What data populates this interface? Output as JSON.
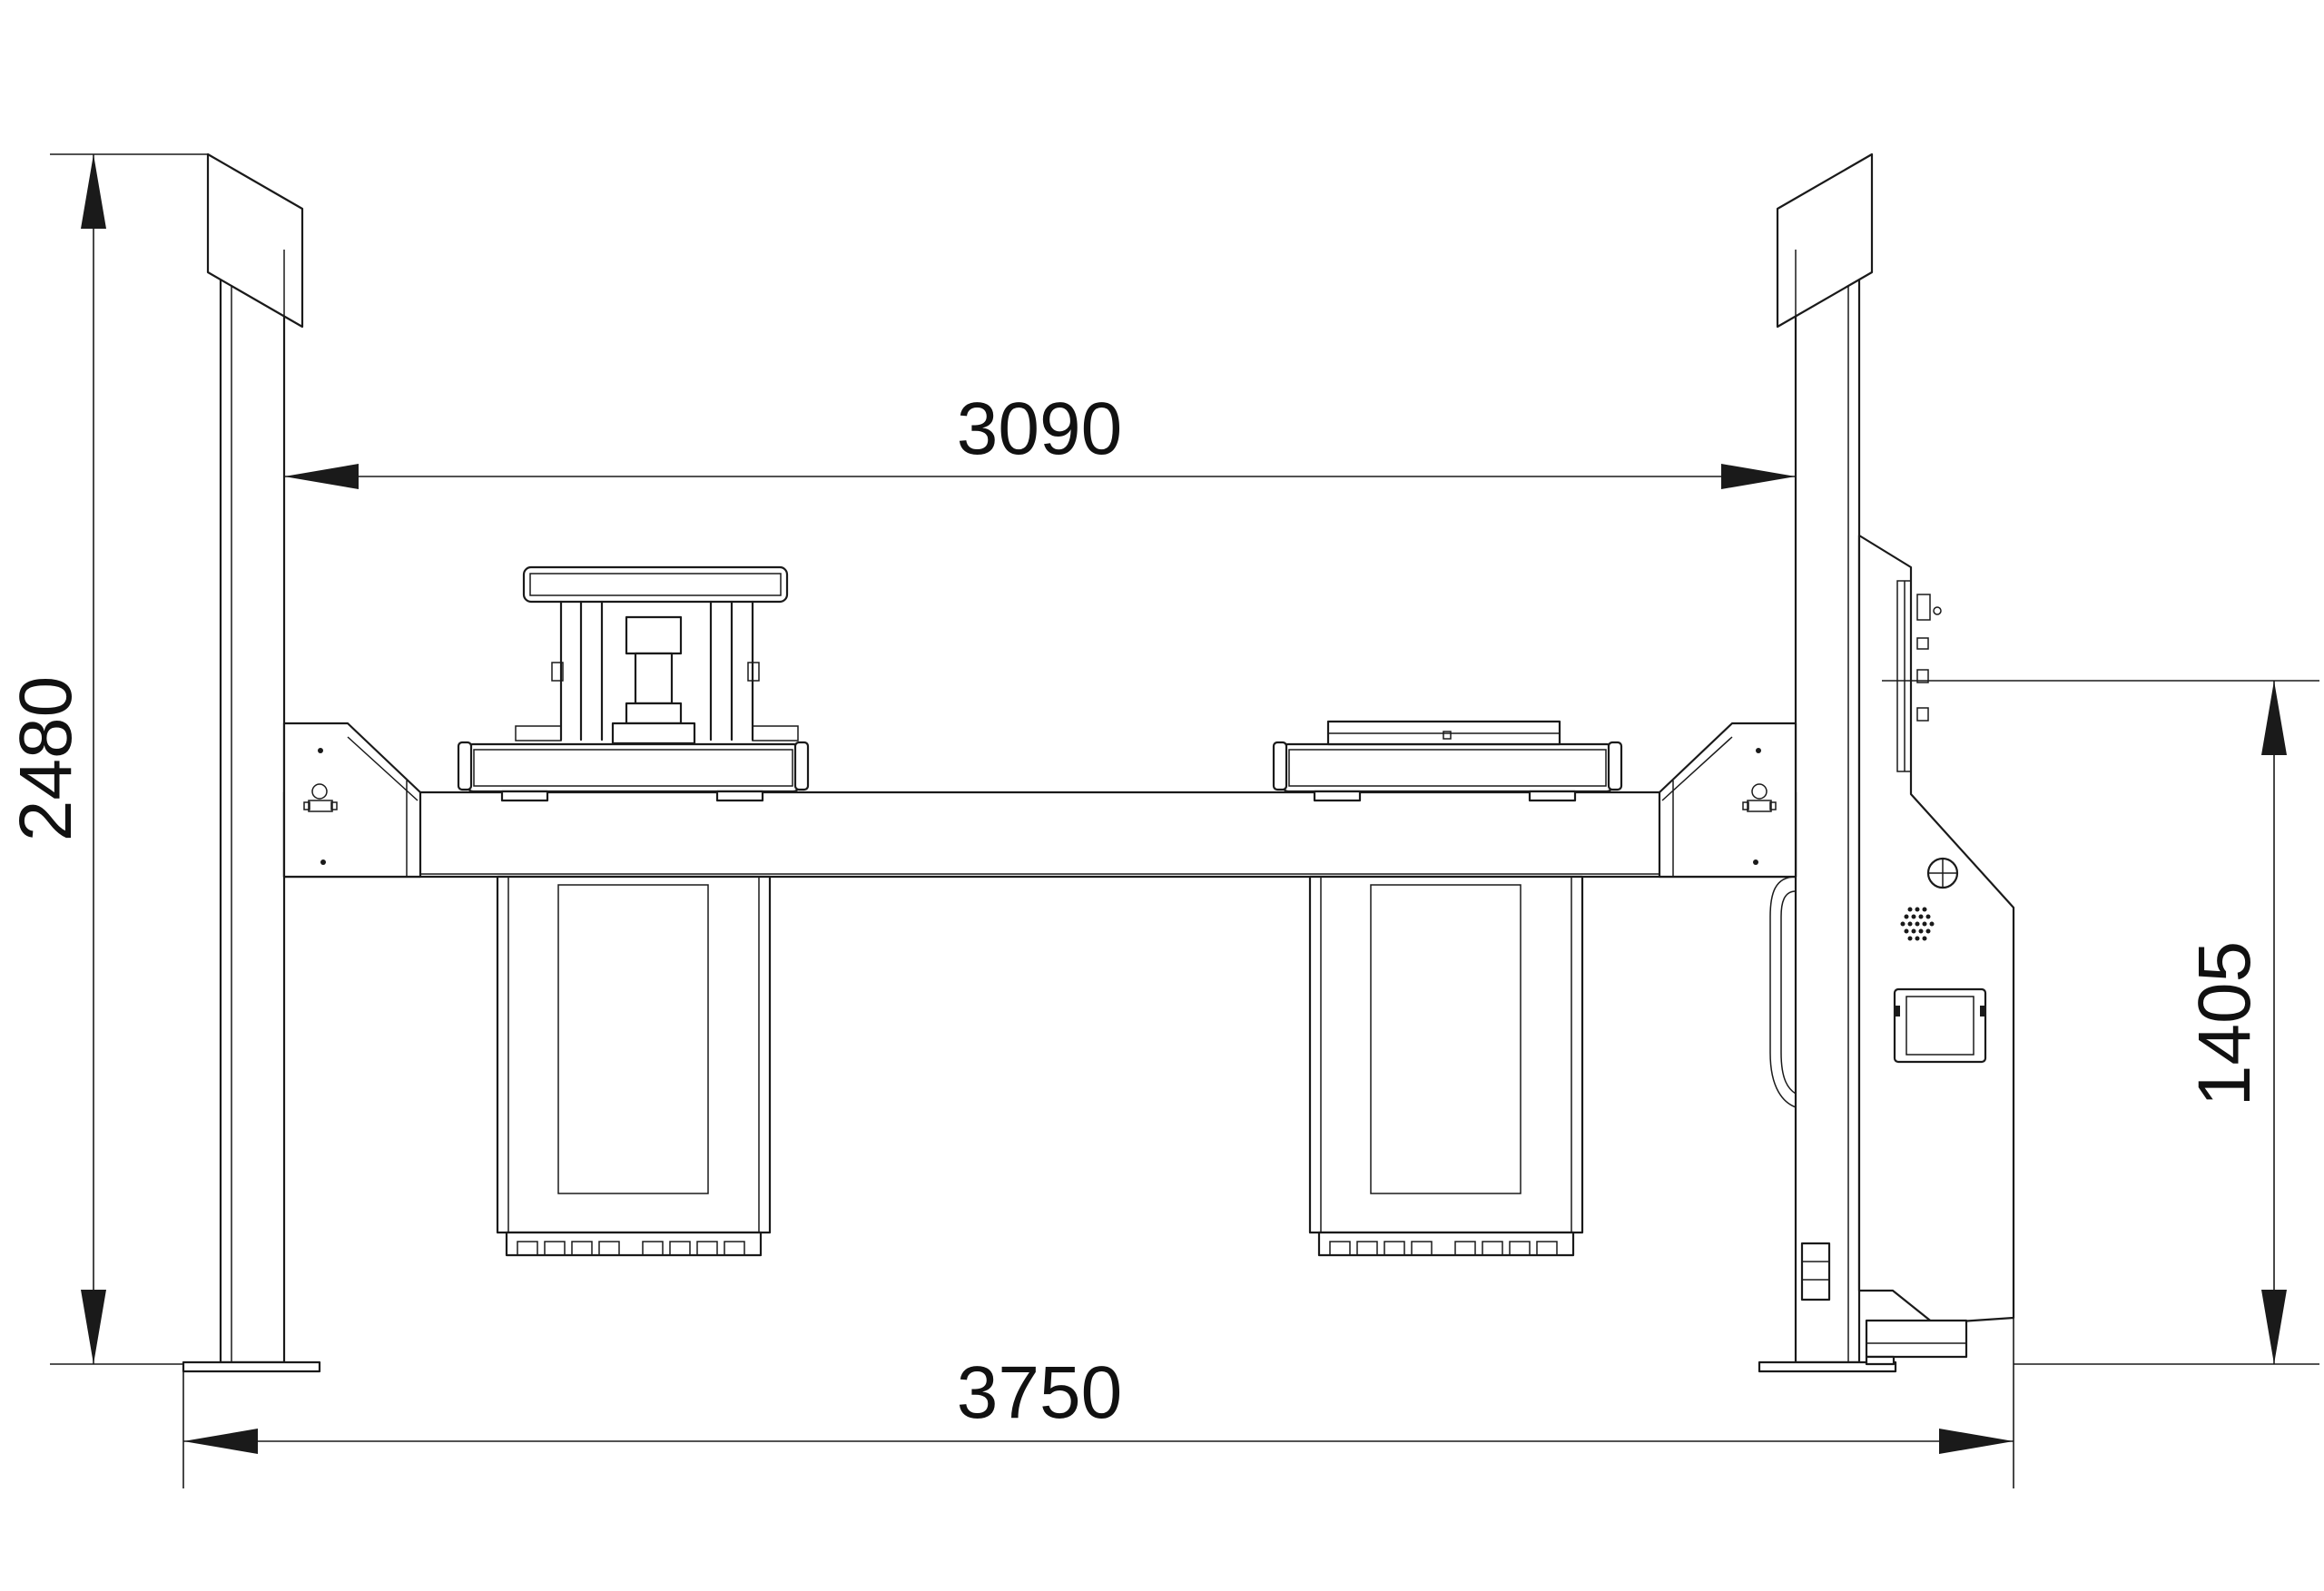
{
  "dimensions": {
    "top_width": "3090",
    "overall_width": "3750",
    "overall_height": "2480",
    "control_height": "1405"
  }
}
